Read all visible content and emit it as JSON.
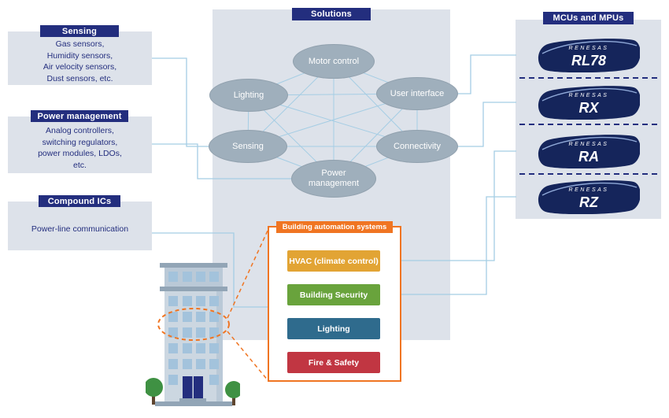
{
  "solutions": {
    "title": "Solutions",
    "nodes": {
      "motor": "Motor control",
      "lighting": "Lighting",
      "user_interface": "User interface",
      "sensing": "Sensing",
      "connectivity": "Connectivity",
      "power": "Power management"
    }
  },
  "left_panels": [
    {
      "title": "Sensing",
      "lines": [
        "Gas sensors,",
        "Humidity sensors,",
        "Air velocity sensors,",
        "Dust sensors, etc."
      ]
    },
    {
      "title": "Power management",
      "lines": [
        "Analog controllers,",
        "switching regulators,",
        "power modules, LDOs,",
        "etc."
      ]
    },
    {
      "title": "Compound ICs",
      "lines": [
        "Power-line communication"
      ]
    }
  ],
  "mcus": {
    "title": "MCUs and MPUs",
    "chips": [
      {
        "brand": "RENESAS",
        "name": "RL78"
      },
      {
        "brand": "RENESAS",
        "name": "RX"
      },
      {
        "brand": "RENESAS",
        "name": "RA"
      },
      {
        "brand": "RENESAS",
        "name": "RZ"
      }
    ]
  },
  "automation": {
    "title": "Building automation systems",
    "systems": [
      "HVAC (climate control)",
      "Building Security",
      "Lighting",
      "Fire & Safety"
    ]
  },
  "colors": {
    "navy": "#232e7e",
    "panel_gray": "#dde2ea",
    "ellipse_gray": "#9fafbc",
    "connector_blue": "#a5cde4",
    "orange": "#f07522",
    "hvac_gold": "#e2a434",
    "security_green": "#69a33c",
    "lighting_teal": "#2f6b8d",
    "fire_red": "#c13642",
    "chip_navy": "#15255b"
  }
}
